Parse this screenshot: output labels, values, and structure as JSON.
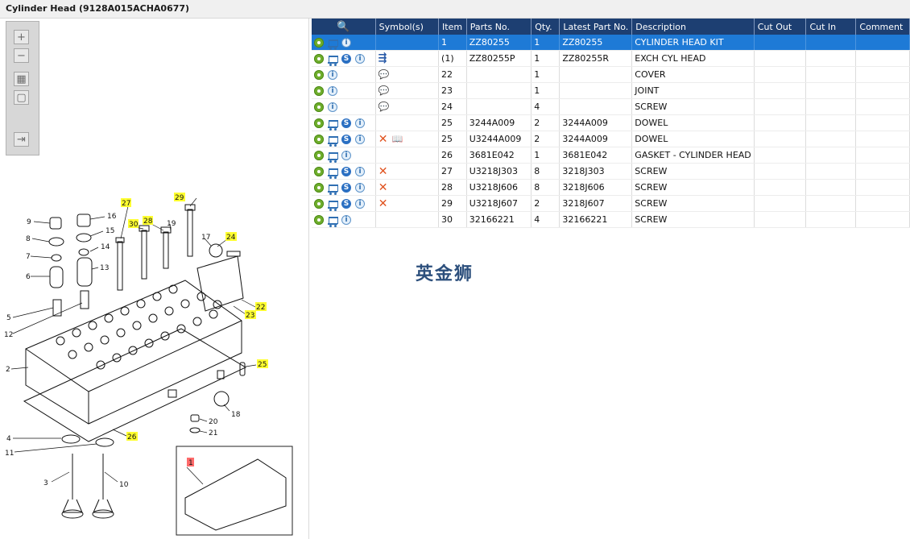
{
  "window": {
    "title": "Cylinder Head (9128A015ACHA0677)"
  },
  "toolbar": {
    "zoom_in": "+",
    "zoom_out": "−",
    "fit": "▦",
    "window_zoom": "▢",
    "export": "⇥"
  },
  "grid": {
    "columns": [
      "",
      "Symbol(s)",
      "Item",
      "Parts No.",
      "Qty.",
      "Latest Part No.",
      "Description",
      "Cut Out",
      "Cut In",
      "Comment"
    ],
    "rows": [
      {
        "icons": [
          "info-circle-icon",
          "cart-icon",
          "info-icon"
        ],
        "symbols": [],
        "item": "1",
        "part": "ZZ80255",
        "qty": "1",
        "latest": "ZZ80255",
        "desc": "CYLINDER HEAD KIT",
        "cut_out": "",
        "cut_in": "",
        "comment": "",
        "selected": true
      },
      {
        "icons": [
          "gear-icon",
          "cart-icon",
          "s-icon",
          "info-icon"
        ],
        "symbols": [
          "replace"
        ],
        "item": "(1)",
        "part": "ZZ80255P",
        "qty": "1",
        "latest": "ZZ80255R",
        "desc": "EXCH CYL HEAD",
        "cut_out": "",
        "cut_in": "",
        "comment": "",
        "selected": false
      },
      {
        "icons": [
          "gear-icon",
          "info-icon"
        ],
        "symbols": [
          "note"
        ],
        "item": "22",
        "part": "",
        "qty": "1",
        "latest": "",
        "desc": "COVER",
        "cut_out": "",
        "cut_in": "",
        "comment": "",
        "selected": false
      },
      {
        "icons": [
          "gear-icon",
          "info-icon"
        ],
        "symbols": [
          "note"
        ],
        "item": "23",
        "part": "",
        "qty": "1",
        "latest": "",
        "desc": "JOINT",
        "cut_out": "",
        "cut_in": "",
        "comment": "",
        "selected": false
      },
      {
        "icons": [
          "gear-icon",
          "info-icon"
        ],
        "symbols": [
          "note"
        ],
        "item": "24",
        "part": "",
        "qty": "4",
        "latest": "",
        "desc": "SCREW",
        "cut_out": "",
        "cut_in": "",
        "comment": "",
        "selected": false
      },
      {
        "icons": [
          "gear-icon",
          "cart-icon",
          "s-icon",
          "info-icon"
        ],
        "symbols": [],
        "item": "25",
        "part": "3244A009",
        "qty": "2",
        "latest": "3244A009",
        "desc": "DOWEL",
        "cut_out": "",
        "cut_in": "",
        "comment": "",
        "selected": false
      },
      {
        "icons": [
          "gear-icon",
          "cart-icon",
          "s-icon",
          "info-icon"
        ],
        "symbols": [
          "x",
          "book"
        ],
        "item": "25",
        "part": "U3244A009",
        "qty": "2",
        "latest": "3244A009",
        "desc": "DOWEL",
        "cut_out": "",
        "cut_in": "",
        "comment": "",
        "selected": false
      },
      {
        "icons": [
          "gear-icon",
          "cart-icon",
          "info-icon"
        ],
        "symbols": [],
        "item": "26",
        "part": "3681E042",
        "qty": "1",
        "latest": "3681E042",
        "desc": "GASKET - CYLINDER HEAD",
        "cut_out": "",
        "cut_in": "",
        "comment": "",
        "selected": false
      },
      {
        "icons": [
          "gear-icon",
          "cart-icon",
          "s-icon",
          "info-icon"
        ],
        "symbols": [
          "x"
        ],
        "item": "27",
        "part": "U3218J303",
        "qty": "8",
        "latest": "3218J303",
        "desc": "SCREW",
        "cut_out": "",
        "cut_in": "",
        "comment": "",
        "selected": false
      },
      {
        "icons": [
          "gear-icon",
          "cart-icon",
          "s-icon",
          "info-icon"
        ],
        "symbols": [
          "x"
        ],
        "item": "28",
        "part": "U3218J606",
        "qty": "8",
        "latest": "3218J606",
        "desc": "SCREW",
        "cut_out": "",
        "cut_in": "",
        "comment": "",
        "selected": false
      },
      {
        "icons": [
          "gear-icon",
          "cart-icon",
          "s-icon",
          "info-icon"
        ],
        "symbols": [
          "x"
        ],
        "item": "29",
        "part": "U3218J607",
        "qty": "2",
        "latest": "3218J607",
        "desc": "SCREW",
        "cut_out": "",
        "cut_in": "",
        "comment": "",
        "selected": false
      },
      {
        "icons": [
          "gear-icon",
          "cart-icon",
          "info-icon"
        ],
        "symbols": [],
        "item": "30",
        "part": "32166221",
        "qty": "4",
        "latest": "32166221",
        "desc": "SCREW",
        "cut_out": "",
        "cut_in": "",
        "comment": "",
        "selected": false
      }
    ]
  },
  "diagram": {
    "plain_labels": [
      "9",
      "8",
      "7",
      "6",
      "5",
      "12",
      "2",
      "4",
      "11",
      "3",
      "10",
      "16",
      "15",
      "14",
      "13",
      "19",
      "17",
      "18",
      "20",
      "21"
    ],
    "highlight_labels": [
      "27",
      "30",
      "28",
      "29",
      "24",
      "22",
      "23",
      "25",
      "26"
    ],
    "selected_label": "1"
  },
  "watermark": "英金狮",
  "colors": {
    "header_bg": "#1d3f72",
    "selected_row": "#1e7ad6",
    "callout_yellow": "#ffff30",
    "callout_red": "#ff6b6b"
  }
}
